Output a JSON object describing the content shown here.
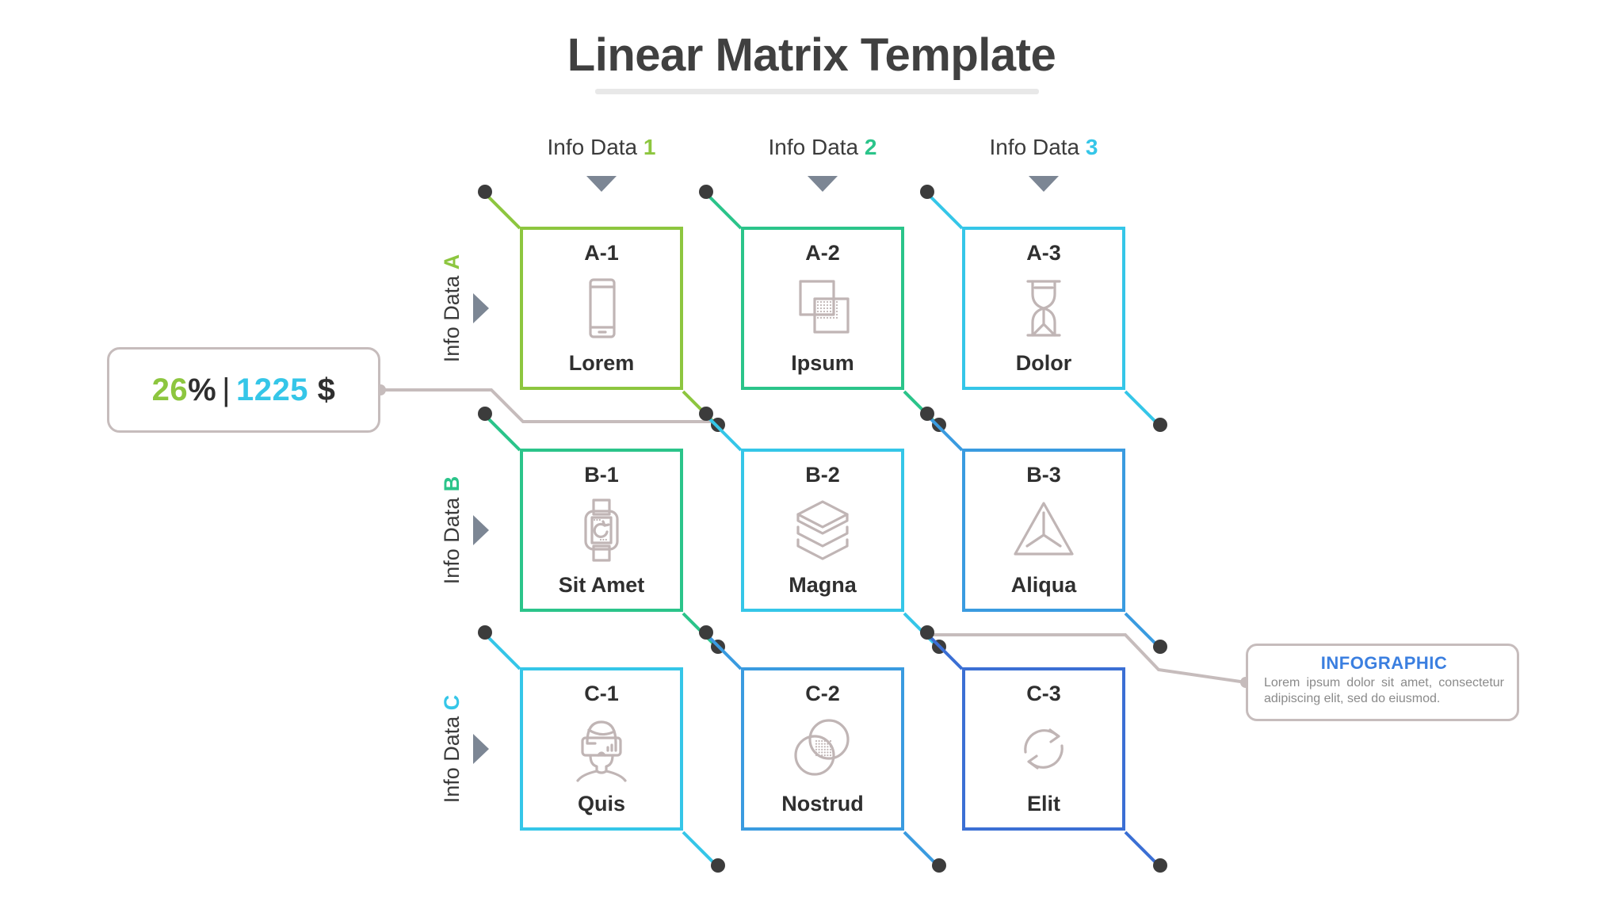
{
  "header": {
    "title": "Linear Matrix Template"
  },
  "columns": [
    {
      "label": "Info Data",
      "num": "1",
      "color": "#8DC63F",
      "arrow_icon": "triangle-down-icon"
    },
    {
      "label": "Info Data",
      "num": "2",
      "color": "#2BC48A",
      "arrow_icon": "triangle-down-icon"
    },
    {
      "label": "Info Data",
      "num": "3",
      "color": "#35C6E8",
      "arrow_icon": "triangle-down-icon"
    }
  ],
  "rows": [
    {
      "label": "Info Data",
      "letter": "A",
      "color": "#8DC63F",
      "arrow_icon": "triangle-right-icon"
    },
    {
      "label": "Info Data",
      "letter": "B",
      "color": "#2BC48A",
      "arrow_icon": "triangle-right-icon"
    },
    {
      "label": "Info Data",
      "letter": "C",
      "color": "#35C6E8",
      "arrow_icon": "triangle-right-icon"
    }
  ],
  "cells": [
    {
      "code": "A-1",
      "caption": "Lorem",
      "color": "#8DC63F",
      "icon": "smartphone-icon"
    },
    {
      "code": "A-2",
      "caption": "Ipsum",
      "color": "#2BC48A",
      "icon": "overlapping-squares-icon"
    },
    {
      "code": "A-3",
      "caption": "Dolor",
      "color": "#35C6E8",
      "icon": "hourglass-icon"
    },
    {
      "code": "B-1",
      "caption": "Sit Amet",
      "color": "#2BC48A",
      "icon": "smartwatch-icon"
    },
    {
      "code": "B-2",
      "caption": "Magna",
      "color": "#35C6E8",
      "icon": "stacked-layers-icon"
    },
    {
      "code": "B-3",
      "caption": "Aliqua",
      "color": "#3A9BE0",
      "icon": "triangle-fork-icon"
    },
    {
      "code": "C-1",
      "caption": "Quis",
      "color": "#35C6E8",
      "icon": "vr-headset-person-icon"
    },
    {
      "code": "C-2",
      "caption": "Nostrud",
      "color": "#3A9BE0",
      "icon": "overlapping-circles-icon"
    },
    {
      "code": "C-3",
      "caption": "Elit",
      "color": "#3B6FD4",
      "icon": "refresh-cycle-icon"
    }
  ],
  "stat_box": {
    "percent_value": "26",
    "percent_symbol": "%",
    "separator": "|",
    "amount_value": "1225",
    "currency_symbol": "$",
    "percent_color": "#8DC63F",
    "amount_color": "#35C6E8"
  },
  "info_box": {
    "title": "INFOGRAPHIC",
    "body": "Lorem ipsum dolor sit amet, consectetur adipiscing elit, sed do eiusmod.",
    "title_color": "#3B7FE0"
  }
}
